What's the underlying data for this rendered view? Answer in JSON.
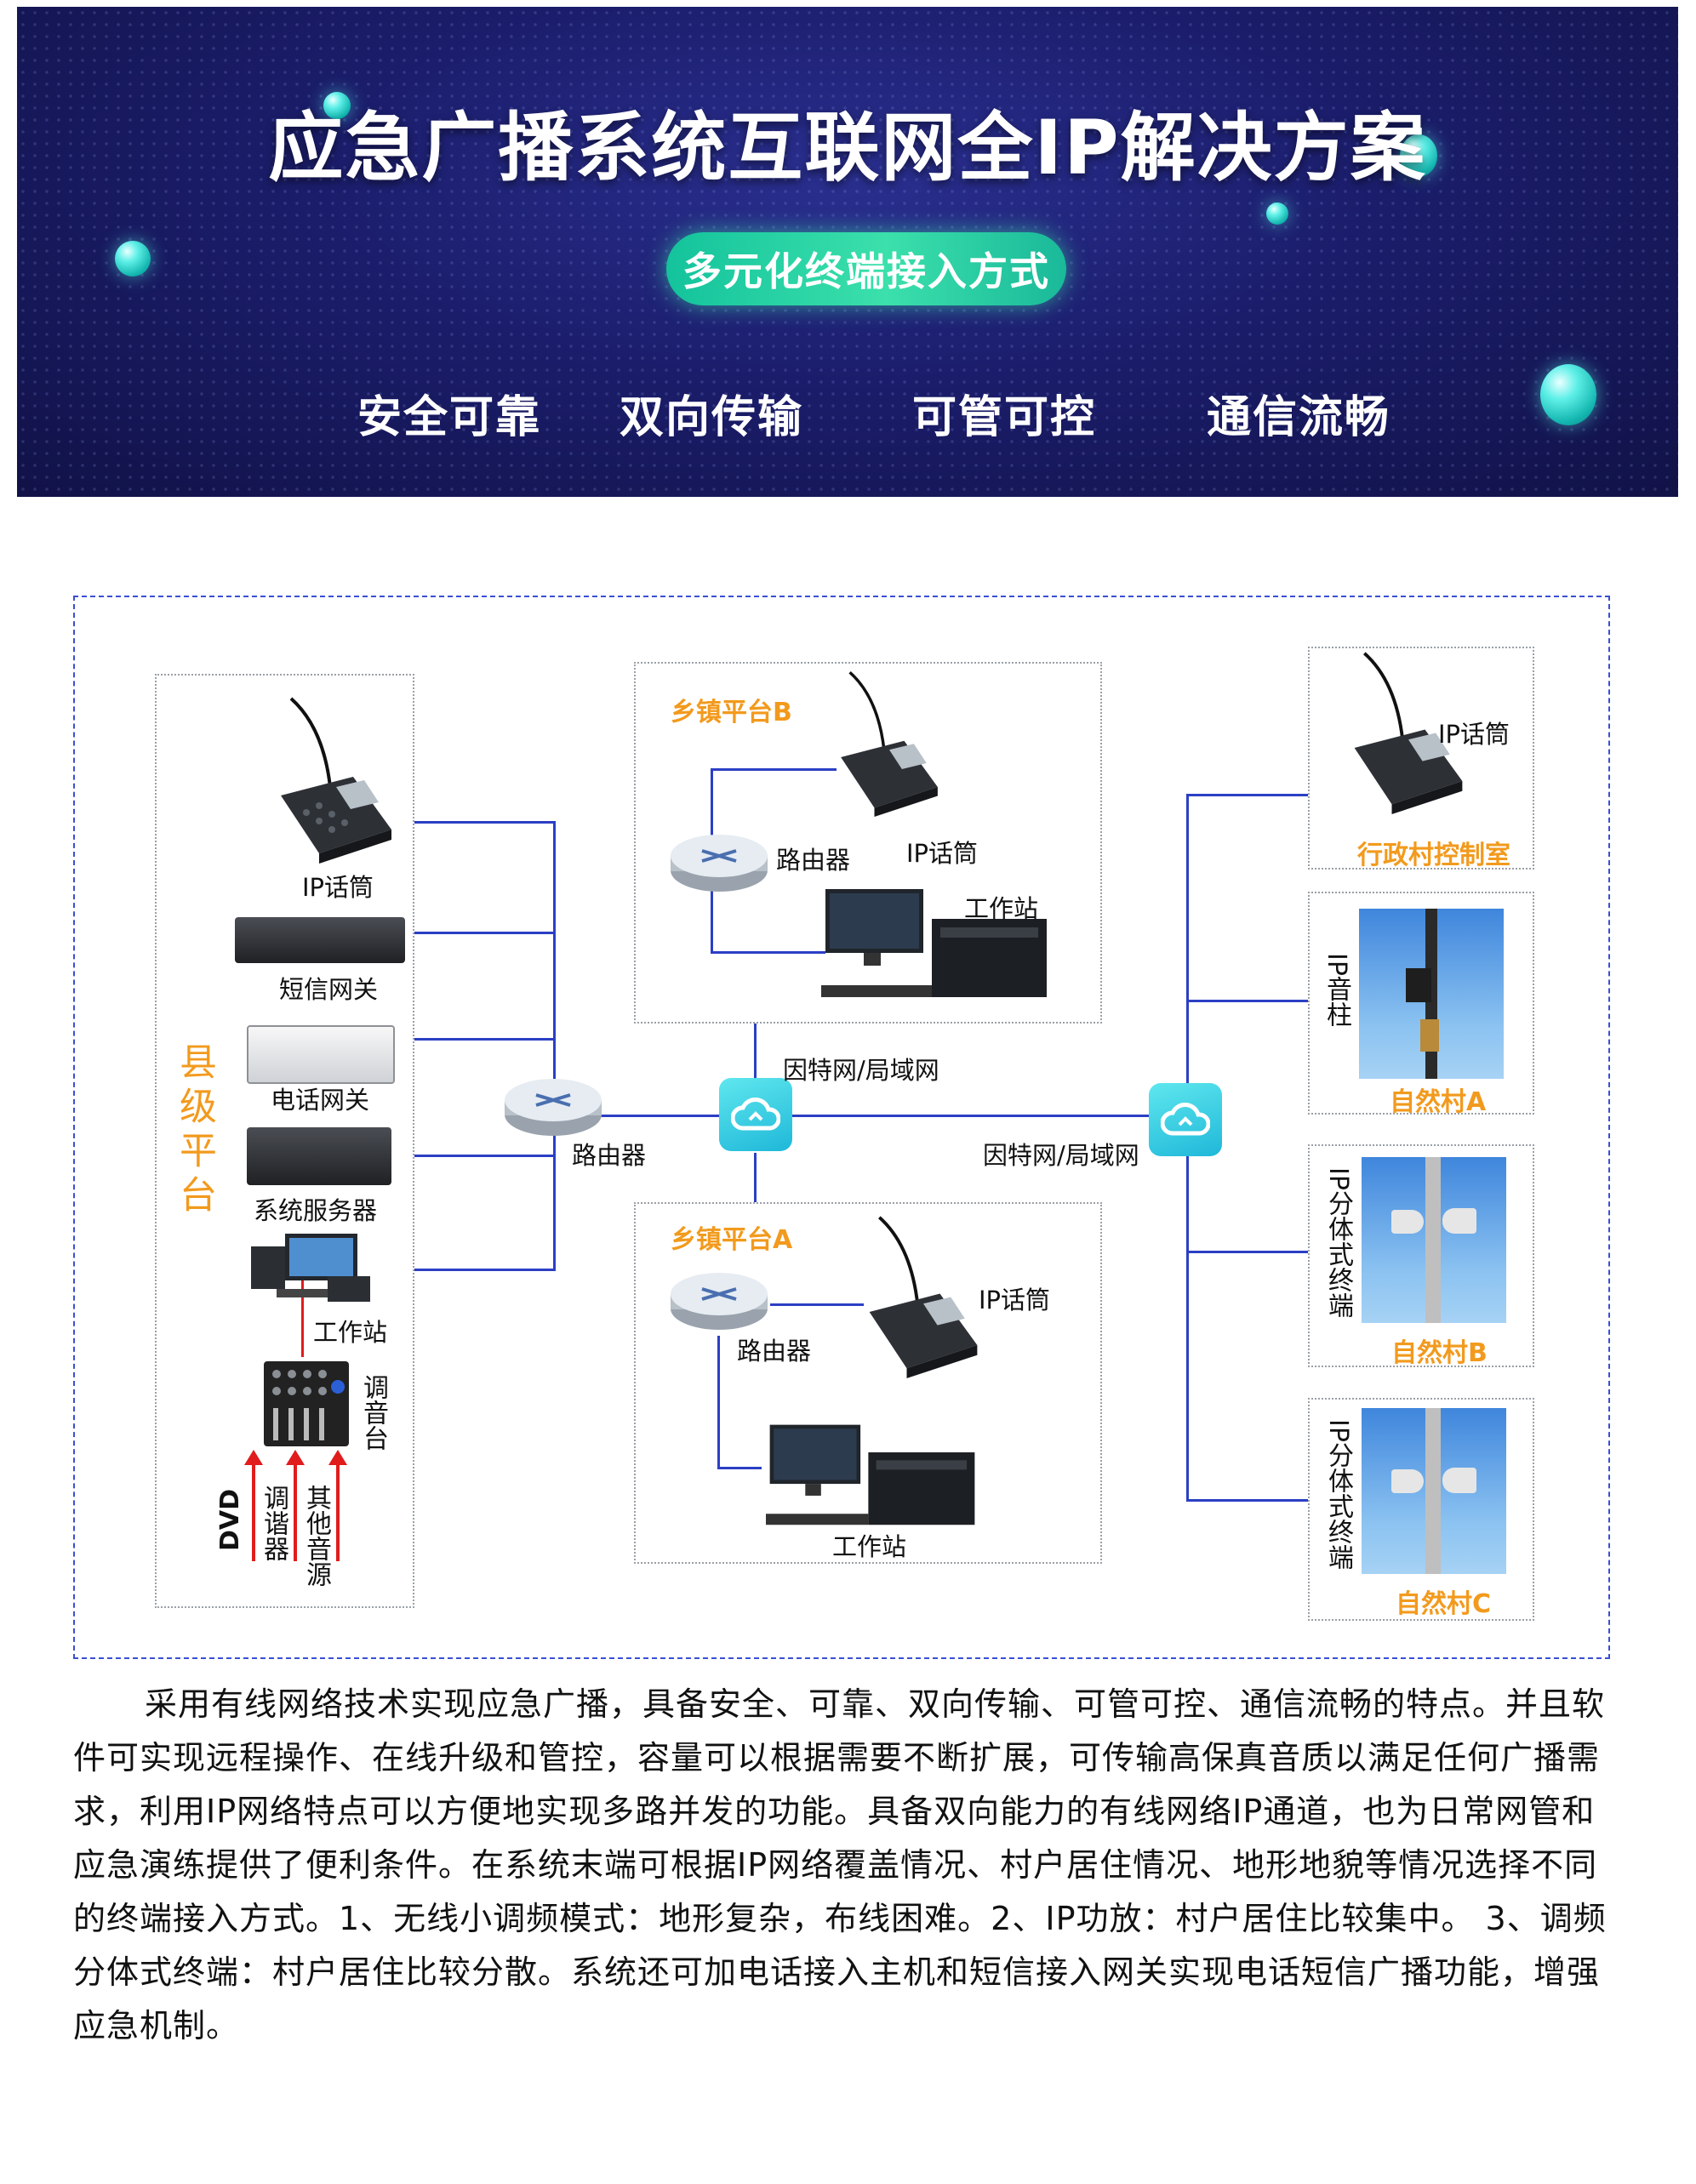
{
  "banner": {
    "title": "应急广播系统互联网全IP解决方案",
    "subtitle": "多元化终端接入方式",
    "features": [
      "安全可靠",
      "双向传输",
      "可管可控",
      "通信流畅"
    ]
  },
  "diagram": {
    "county": {
      "label": "县级平台",
      "devices": [
        "IP话筒",
        "短信网关",
        "电话网关",
        "系统服务器",
        "工作站",
        "调音台"
      ],
      "inputs": [
        "DVD",
        "调谐器",
        "其他音源"
      ]
    },
    "router_label": "路由器",
    "network_label_1": "因特网/局域网",
    "network_label_2": "因特网/局域网",
    "town_b": {
      "title": "乡镇平台B",
      "router": "路由器",
      "mic": "IP话筒",
      "workstation": "工作站"
    },
    "town_a": {
      "title": "乡镇平台A",
      "router": "路由器",
      "mic": "IP话筒",
      "workstation": "工作站"
    },
    "terminals": [
      {
        "title": "行政村控制室",
        "device": "IP话筒"
      },
      {
        "title": "自然村A",
        "device": "IP音柱"
      },
      {
        "title": "自然村B",
        "device": "IP分体式终端"
      },
      {
        "title": "自然村C",
        "device": "IP分体式终端"
      }
    ]
  },
  "paragraph": "采用有线网络技术实现应急广播，具备安全、可靠、双向传输、可管可控、通信流畅的特点。并且软件可实现远程操作、在线升级和管控，容量可以根据需要不断扩展，可传输高保真音质以满足任何广播需求，利用IP网络特点可以方便地实现多路并发的功能。具备双向能力的有线网络IP通道，也为日常网管和应急演练提供了便利条件。在系统末端可根据IP网络覆盖情况、村户居住情况、地形地貌等情况选择不同的终端接入方式。1、无线小调频模式：地形复杂，布线困难。2、IP功放：村户居住比较集中。 3、调频分体式终端：村户居住比较分散。系统还可加电话接入主机和短信接入网关实现电话短信广播功能，增强应急机制。"
}
